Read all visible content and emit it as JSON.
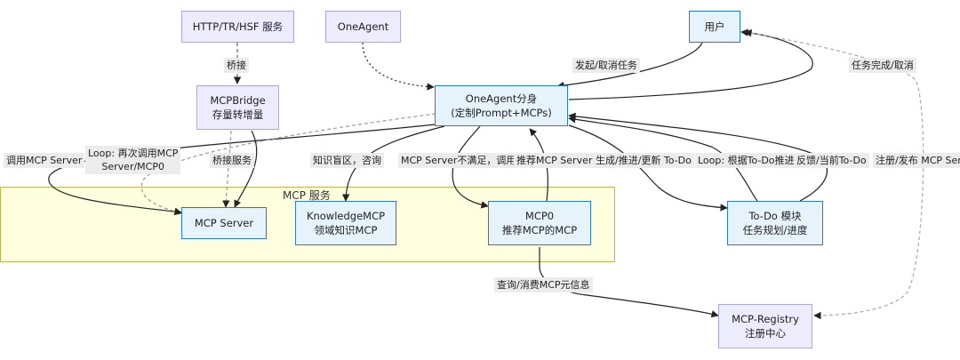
{
  "group": {
    "title": "MCP 服务"
  },
  "nodes": {
    "http": {
      "line1": "HTTP/TR/HSF 服务"
    },
    "oneagent": {
      "line1": "OneAgent"
    },
    "user": {
      "line1": "用户"
    },
    "bridge": {
      "line1": "MCPBridge",
      "line2": "存量转增量"
    },
    "split": {
      "line1": "OneAgent分身",
      "line2": "(定制Prompt+MCPs)"
    },
    "mcpserver": {
      "line1": "MCP Server"
    },
    "knowledge": {
      "line1": "KnowledgeMCP",
      "line2": "领域知识MCP"
    },
    "mcp0": {
      "line1": "MCP0",
      "line2": "推荐MCP的MCP"
    },
    "todo": {
      "line1": "To-Do 模块",
      "line2": "任务规划/进度"
    },
    "registry": {
      "line1": "MCP-Registry",
      "line2": "注册中心"
    }
  },
  "edges": {
    "bridge_label": "桥接",
    "launch_cancel": "发起/取消任务",
    "task_done": "任务完成/取消",
    "call_server": "调用MCP Server",
    "loop_recall_1": "Loop: 再次调用MCP",
    "loop_recall_2": "Server/MCP0",
    "bridge_service": "桥接服务",
    "knowledge_blind": "知识盲区，咨询",
    "server_not_enough": "MCP Server不满足，调用",
    "recommend": "推荐MCP Server",
    "gen_todo": "生成/推进/更新 To-Do",
    "loop_todo": "Loop: 根据To-Do推进",
    "feedback": "反馈/当前To-Do",
    "register": "注册/发布 MCP Server",
    "query_meta": "查询/消费MCP元信息"
  }
}
